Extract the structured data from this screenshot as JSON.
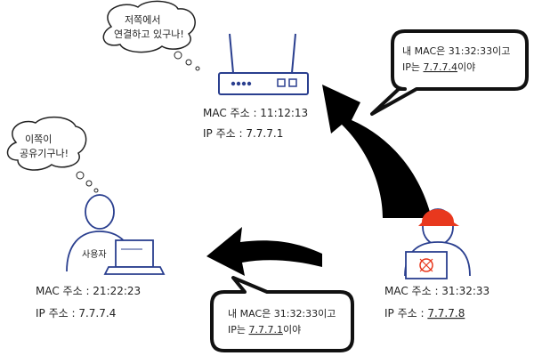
{
  "router": {
    "thought": [
      "저쪽에서",
      "연결하고 있구나!"
    ],
    "mac": "MAC 주소 : 11:12:13",
    "ip": "IP 주소 : 7.7.7.1"
  },
  "user": {
    "thought": [
      "이쪽이",
      "공유기구나!"
    ],
    "label": "사용자",
    "mac": "MAC 주소 : 21:22:23",
    "ip": "IP 주소 : 7.7.7.4"
  },
  "attacker": {
    "mac": "MAC 주소 : 31:32:33",
    "ip_prefix": "IP 주소 : ",
    "ip_value": "7.7.7.8"
  },
  "to_router_bubble": {
    "line1": "내 MAC은 31:32:33이고",
    "line2_prefix": "IP는 ",
    "line2_ip": "7.7.7.4",
    "line2_suffix": "이야"
  },
  "to_user_bubble": {
    "line1": "내 MAC은 31:32:33이고",
    "line2_prefix": "IP는 ",
    "line2_ip": "7.7.7.1",
    "line2_suffix": "이야"
  },
  "colors": {
    "helmet": "#e8381e",
    "router": "#2a3f8f",
    "user": "#2a3f8f"
  }
}
